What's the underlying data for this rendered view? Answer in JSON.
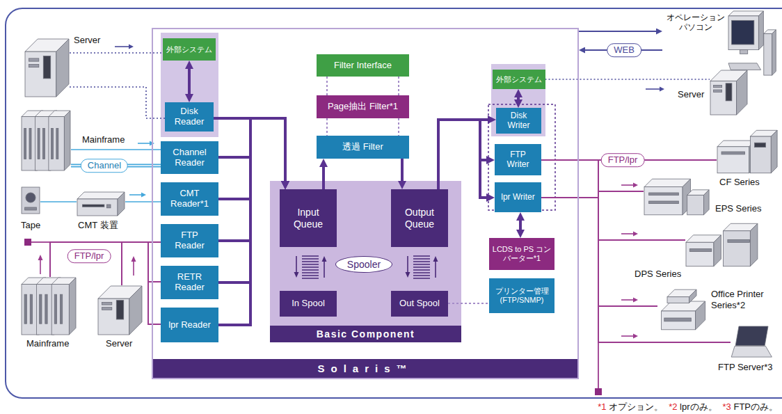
{
  "diagram": {
    "nodes": [
      {
        "text": [
          "Server"
        ]
      },
      {
        "text": [
          "Mainframe"
        ]
      },
      {
        "text": [
          "Tape"
        ]
      },
      {
        "text": [
          "CMT 装置"
        ]
      },
      {
        "text": [
          "Mainframe"
        ]
      },
      {
        "text": [
          "Server"
        ]
      },
      {
        "text": [
          "Solaris™"
        ]
      },
      {
        "text": [
          "外部システム"
        ],
        "in": 6
      },
      {
        "text": [
          "Disk Reader"
        ],
        "in": 6
      },
      {
        "text": [
          "Channel Reader"
        ],
        "in": 6
      },
      {
        "text": [
          "CMT Reader*1"
        ],
        "in": 6
      },
      {
        "text": [
          "FTP Reader"
        ],
        "in": 6
      },
      {
        "text": [
          "RETR Reader"
        ],
        "in": 6
      },
      {
        "text": [
          "lpr Reader"
        ],
        "in": 6
      },
      {
        "text": [
          "Filter Interface"
        ],
        "in": 6
      },
      {
        "text": [
          "Page抽出 Filter*1"
        ],
        "in": 6
      },
      {
        "text": [
          "透過 Filter"
        ],
        "in": 6
      },
      {
        "text": [
          "Basic Component"
        ],
        "in": 6
      },
      {
        "text": [
          "Input Queue"
        ],
        "in": 17
      },
      {
        "text": [
          "Output Queue"
        ],
        "in": 17
      },
      {
        "text": [
          "Spooler"
        ],
        "in": 17
      },
      {
        "text": [
          "In Spool"
        ],
        "in": 17
      },
      {
        "text": [
          "Out Spool"
        ],
        "in": 17
      },
      {
        "text": [
          "外部システム"
        ],
        "in": 6
      },
      {
        "text": [
          "Disk Writer"
        ],
        "in": 6
      },
      {
        "text": [
          "FTP Writer"
        ],
        "in": 6
      },
      {
        "text": [
          "lpr Writer"
        ],
        "in": 6
      },
      {
        "text": [
          "LCDS to PS コンバーター*1"
        ],
        "in": 6
      },
      {
        "text": [
          "プリンター管理 (FTP/SNMP)"
        ],
        "in": 6
      },
      {
        "text": [
          "オペレーション パソコン"
        ]
      },
      {
        "text": [
          "Server"
        ]
      },
      {
        "text": [
          "CF Series"
        ]
      },
      {
        "text": [
          "EPS Series"
        ]
      },
      {
        "text": [
          "DPS Series"
        ]
      },
      {
        "text": [
          "Office Printer Series*2"
        ]
      },
      {
        "text": [
          "FTP Server*3"
        ]
      }
    ],
    "edges": [
      {
        "from": 0,
        "to": 7,
        "arrow": "none"
      },
      {
        "from": 0,
        "to": 8,
        "arrow": "none"
      },
      {
        "from": 1,
        "to": 9,
        "arrow": "none"
      },
      {
        "from": 1,
        "to": 9,
        "label": "Channel",
        "arrow": "none"
      },
      {
        "from": 2,
        "to": 3,
        "arrow": "none"
      },
      {
        "from": 3,
        "to": 10,
        "arrow": "none"
      },
      {
        "from": 4,
        "to": 11,
        "label": "FTP/lpr",
        "arrow": "none"
      },
      {
        "from": 4,
        "to": 12,
        "arrow": "none"
      },
      {
        "from": 4,
        "to": 13,
        "arrow": "none"
      },
      {
        "from": 5,
        "to": 11,
        "arrow": "none"
      },
      {
        "from": 5,
        "to": 12,
        "arrow": "none"
      },
      {
        "from": 5,
        "to": 13,
        "arrow": "none"
      },
      {
        "from": 7,
        "to": 8,
        "arrow": "both"
      },
      {
        "from": 8,
        "to": 18,
        "arrow": "to"
      },
      {
        "from": 9,
        "to": 18,
        "arrow": "to"
      },
      {
        "from": 10,
        "to": 18,
        "arrow": "to"
      },
      {
        "from": 11,
        "to": 18,
        "arrow": "to"
      },
      {
        "from": 12,
        "to": 18,
        "arrow": "to"
      },
      {
        "from": 13,
        "to": 18,
        "arrow": "to"
      },
      {
        "from": 18,
        "to": 16,
        "arrow": "to"
      },
      {
        "from": 16,
        "to": 19,
        "arrow": "to"
      },
      {
        "from": 14,
        "to": 15,
        "arrow": "none"
      },
      {
        "from": 14,
        "to": 15,
        "arrow": "none"
      },
      {
        "from": 15,
        "to": 16,
        "arrow": "none"
      },
      {
        "from": 15,
        "to": 16,
        "arrow": "none"
      },
      {
        "from": 19,
        "to": 24,
        "arrow": "to"
      },
      {
        "from": 19,
        "to": 25,
        "arrow": "to"
      },
      {
        "from": 19,
        "to": 26,
        "arrow": "to"
      },
      {
        "from": 23,
        "to": 24,
        "arrow": "both"
      },
      {
        "from": 26,
        "to": 27,
        "arrow": "both"
      },
      {
        "from": 22,
        "to": 28,
        "arrow": "none"
      },
      {
        "from": 6,
        "to": 29,
        "arrow": "to"
      },
      {
        "from": 29,
        "to": 6,
        "label": "WEB",
        "arrow": "to"
      },
      {
        "from": 23,
        "to": 30,
        "arrow": "none"
      },
      {
        "from": 25,
        "to": 31,
        "label": "FTP/lpr",
        "arrow": "none"
      },
      {
        "from": 25,
        "to": 32,
        "arrow": "none"
      },
      {
        "from": 25,
        "to": 33,
        "arrow": "none"
      },
      {
        "from": 25,
        "to": 34,
        "arrow": "none"
      },
      {
        "from": 25,
        "to": 35,
        "arrow": "none"
      },
      {
        "from": 26,
        "to": 31,
        "arrow": "none"
      },
      {
        "from": 26,
        "to": 32,
        "arrow": "none"
      },
      {
        "from": 26,
        "to": 33,
        "arrow": "none"
      },
      {
        "from": 26,
        "to": 34,
        "arrow": "none"
      },
      {
        "from": 26,
        "to": 35,
        "arrow": "none"
      }
    ],
    "labels": [
      "*1 オプション。",
      "*2 lprのみ。",
      "*3 FTPのみ。"
    ]
  }
}
